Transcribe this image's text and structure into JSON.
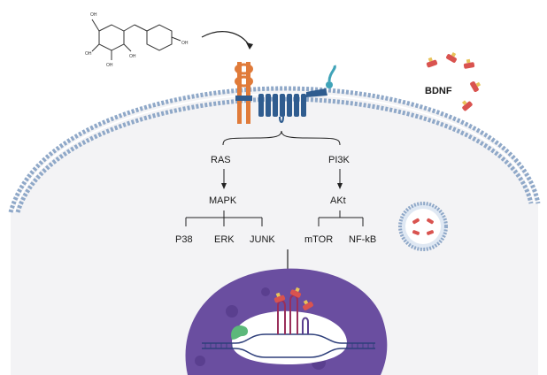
{
  "ligand": "BDNF",
  "molecule": {
    "oh_labels": [
      "OH",
      "OH",
      "OH",
      "OH",
      "OH"
    ]
  },
  "pathway": {
    "left_branch": "RAS",
    "right_branch": "PI3K",
    "left_node": "MAPK",
    "right_node": "AKt",
    "left_targets": [
      "P38",
      "ERK",
      "JUNK"
    ],
    "right_targets": [
      "mTOR",
      "NF-kB"
    ]
  },
  "colors": {
    "membrane_head": "#8fa8c8",
    "cytoplasm": "#f3f3f5",
    "nucleus": "#6a4ea0",
    "receptor": "#2f5c8f",
    "receptor_accent": "#e07b3a",
    "bdnf_red": "#d9534f",
    "bdnf_yellow": "#e8c35a",
    "dna": "#2e3f7a"
  }
}
